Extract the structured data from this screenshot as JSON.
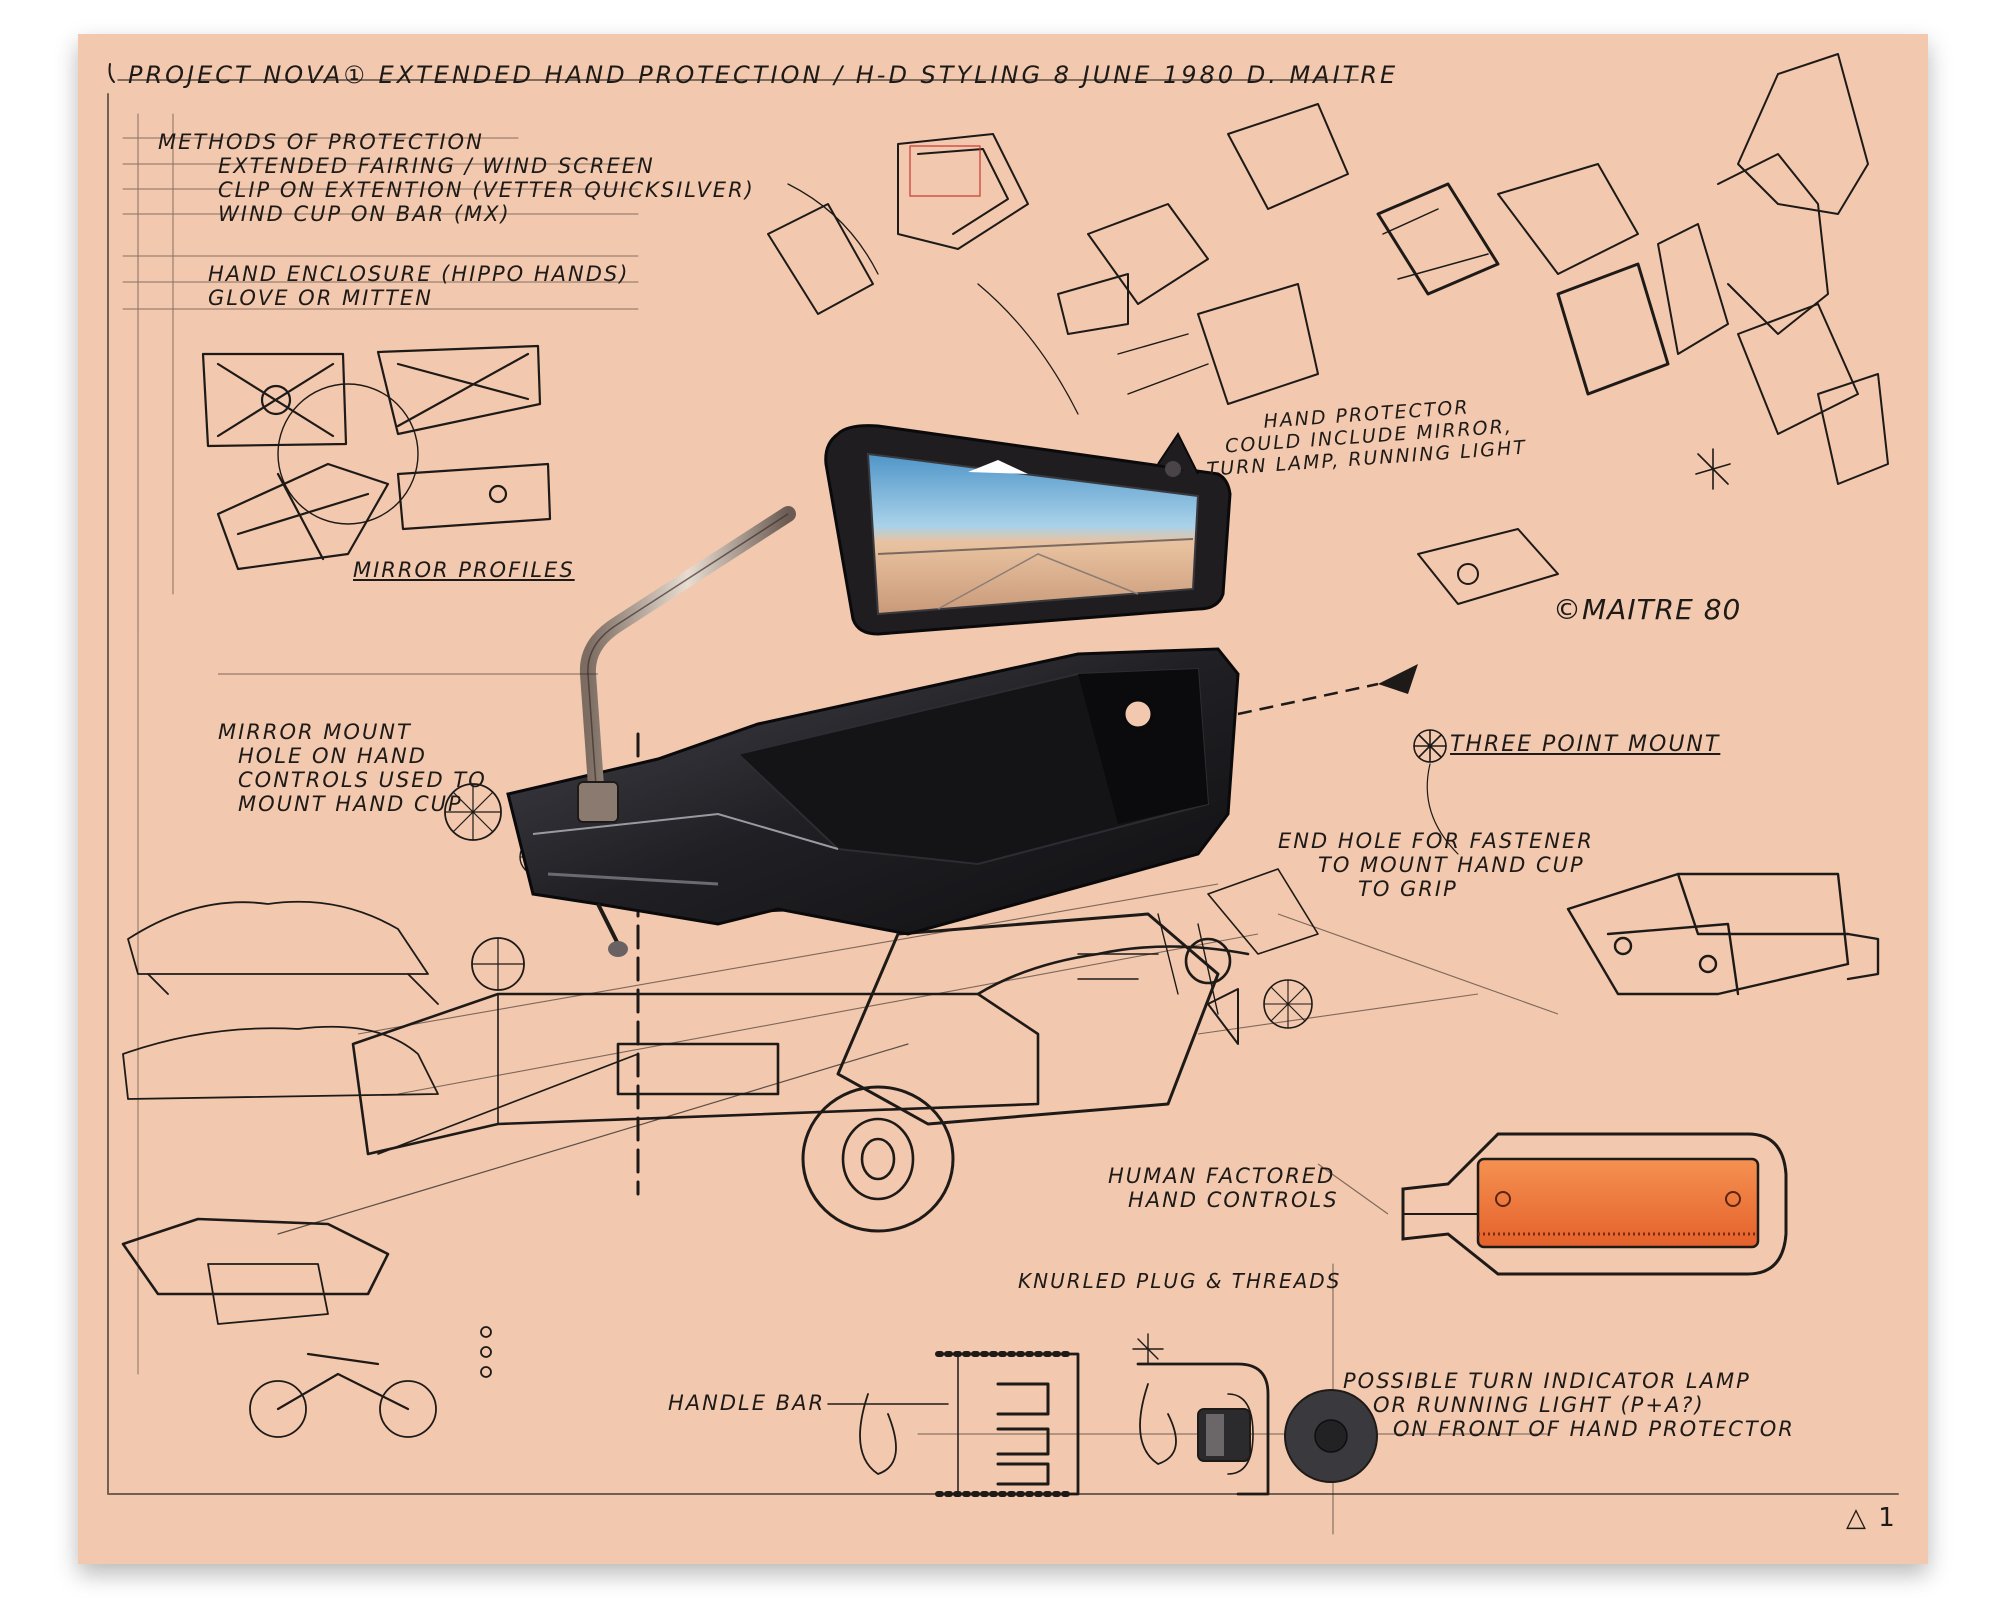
{
  "title_block": {
    "header": "PROJECT NOVA① EXTENDED HAND PROTECTION / H-D STYLING 8 JUNE 1980 D. MAITRE"
  },
  "notes": {
    "methods": {
      "heading": "METHODS OF PROTECTION",
      "items": [
        "EXTENDED FAIRING / WIND SCREEN",
        "CLIP ON EXTENTION (VETTER QUICKSILVER)",
        "WIND CUP ON BAR (MX)"
      ]
    },
    "enclosure": {
      "items": [
        "HAND ENCLOSURE (HIPPO HANDS)",
        "GLOVE OR MITTEN"
      ]
    },
    "mirror_profiles": "MIRROR PROFILES",
    "hand_protector": [
      "HAND PROTECTOR",
      "COULD INCLUDE MIRROR,",
      "TURN LAMP, RUNNING LIGHT"
    ],
    "signature": "©MAITRE 80",
    "three_point_mount": "THREE POINT MOUNT",
    "mirror_mount": [
      "MIRROR MOUNT",
      "HOLE ON HAND",
      "CONTROLS USED TO",
      "MOUNT HAND CUP"
    ],
    "end_hole": [
      "END HOLE FOR FASTENER",
      "TO MOUNT HAND CUP",
      "TO GRIP"
    ],
    "human_factored": [
      "HUMAN FACTORED",
      "HAND CONTROLS"
    ],
    "knurled": "KNURLED PLUG & THREADS",
    "turn_lamp": [
      "POSSIBLE TURN INDICATOR LAMP",
      "OR RUNNING LIGHT (P+A?)",
      "ON FRONT OF HAND PROTECTOR"
    ],
    "handle_bar": "HANDLE BAR",
    "corner_mark": "△ 1"
  },
  "colors": {
    "paper": "#f2c8ae",
    "ink": "#1e1a18",
    "lamp": "#f07a3a",
    "mirror_sky": "#6fb2d8",
    "mirror_ground": "#e5b48a",
    "cup_body": "#1d1d22"
  }
}
